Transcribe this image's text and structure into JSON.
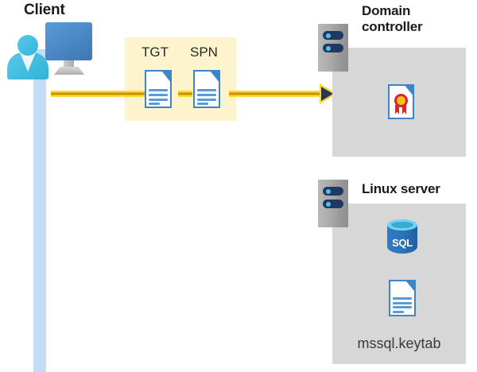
{
  "diagram": {
    "title_client": "Client",
    "title_domain_controller": "Domain\ncontroller",
    "title_domain_controller_line1": "Domain",
    "title_domain_controller_line2": "controller",
    "title_linux_server": "Linux server",
    "keytab_label": "mssql.keytab",
    "sql_label": "SQL",
    "tokens": [
      {
        "label": "TGT",
        "icon": "document-icon"
      },
      {
        "label": "SPN",
        "icon": "document-icon"
      }
    ],
    "icons": {
      "client": "user-workstation-icon",
      "domain_controller": "server-rack-icon",
      "linux_server": "server-rack-icon",
      "certificate": "certificate-document-icon",
      "database": "sql-database-icon",
      "keytab": "document-icon",
      "arrow": "arrow-right-icon"
    },
    "colors": {
      "lifeline": "#c3ddf7",
      "message_box": "#fdf3cd",
      "arrow_light": "#ffd83d",
      "arrow_dark": "#c89200",
      "arrow_head": "#2b3a4a",
      "panel": "#d7d7d7",
      "document_border": "#3f84c8",
      "monitor": "#4a86c5",
      "person": "#34b6dd",
      "server_bar": "#1f3864",
      "server_dot": "#4fc3e8",
      "seal_red": "#d9262c",
      "seal_yellow": "#f5c518",
      "sql_blue": "#2d72b8",
      "sql_top": "#6fd4ef",
      "heading": "#1a1a1a",
      "keytab_text": "#3a3a3a"
    }
  }
}
